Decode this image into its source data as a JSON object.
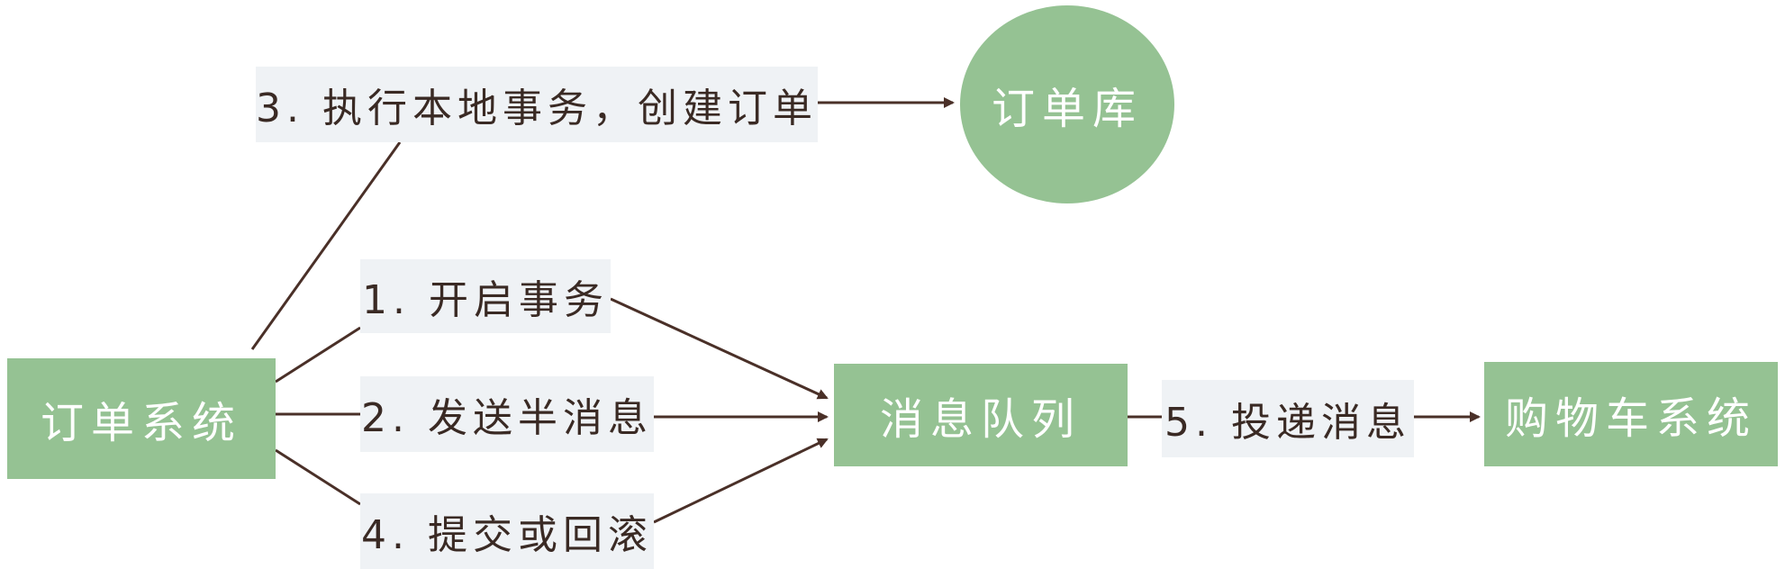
{
  "colors": {
    "node_fill": "#95c293",
    "node_text": "#ffffff",
    "label_fill": "#eff2f5",
    "label_text": "#3a2a24",
    "arrow": "#4a3028"
  },
  "nodes": {
    "order_system": "订单系统",
    "order_db": "订单库",
    "message_queue": "消息队列",
    "cart_system": "购物车系统"
  },
  "steps": {
    "step1": "1. 开启事务",
    "step2": "2. 发送半消息",
    "step3": "3. 执行本地事务，创建订单",
    "step4": "4. 提交或回滚",
    "step5": "5. 投递消息"
  }
}
